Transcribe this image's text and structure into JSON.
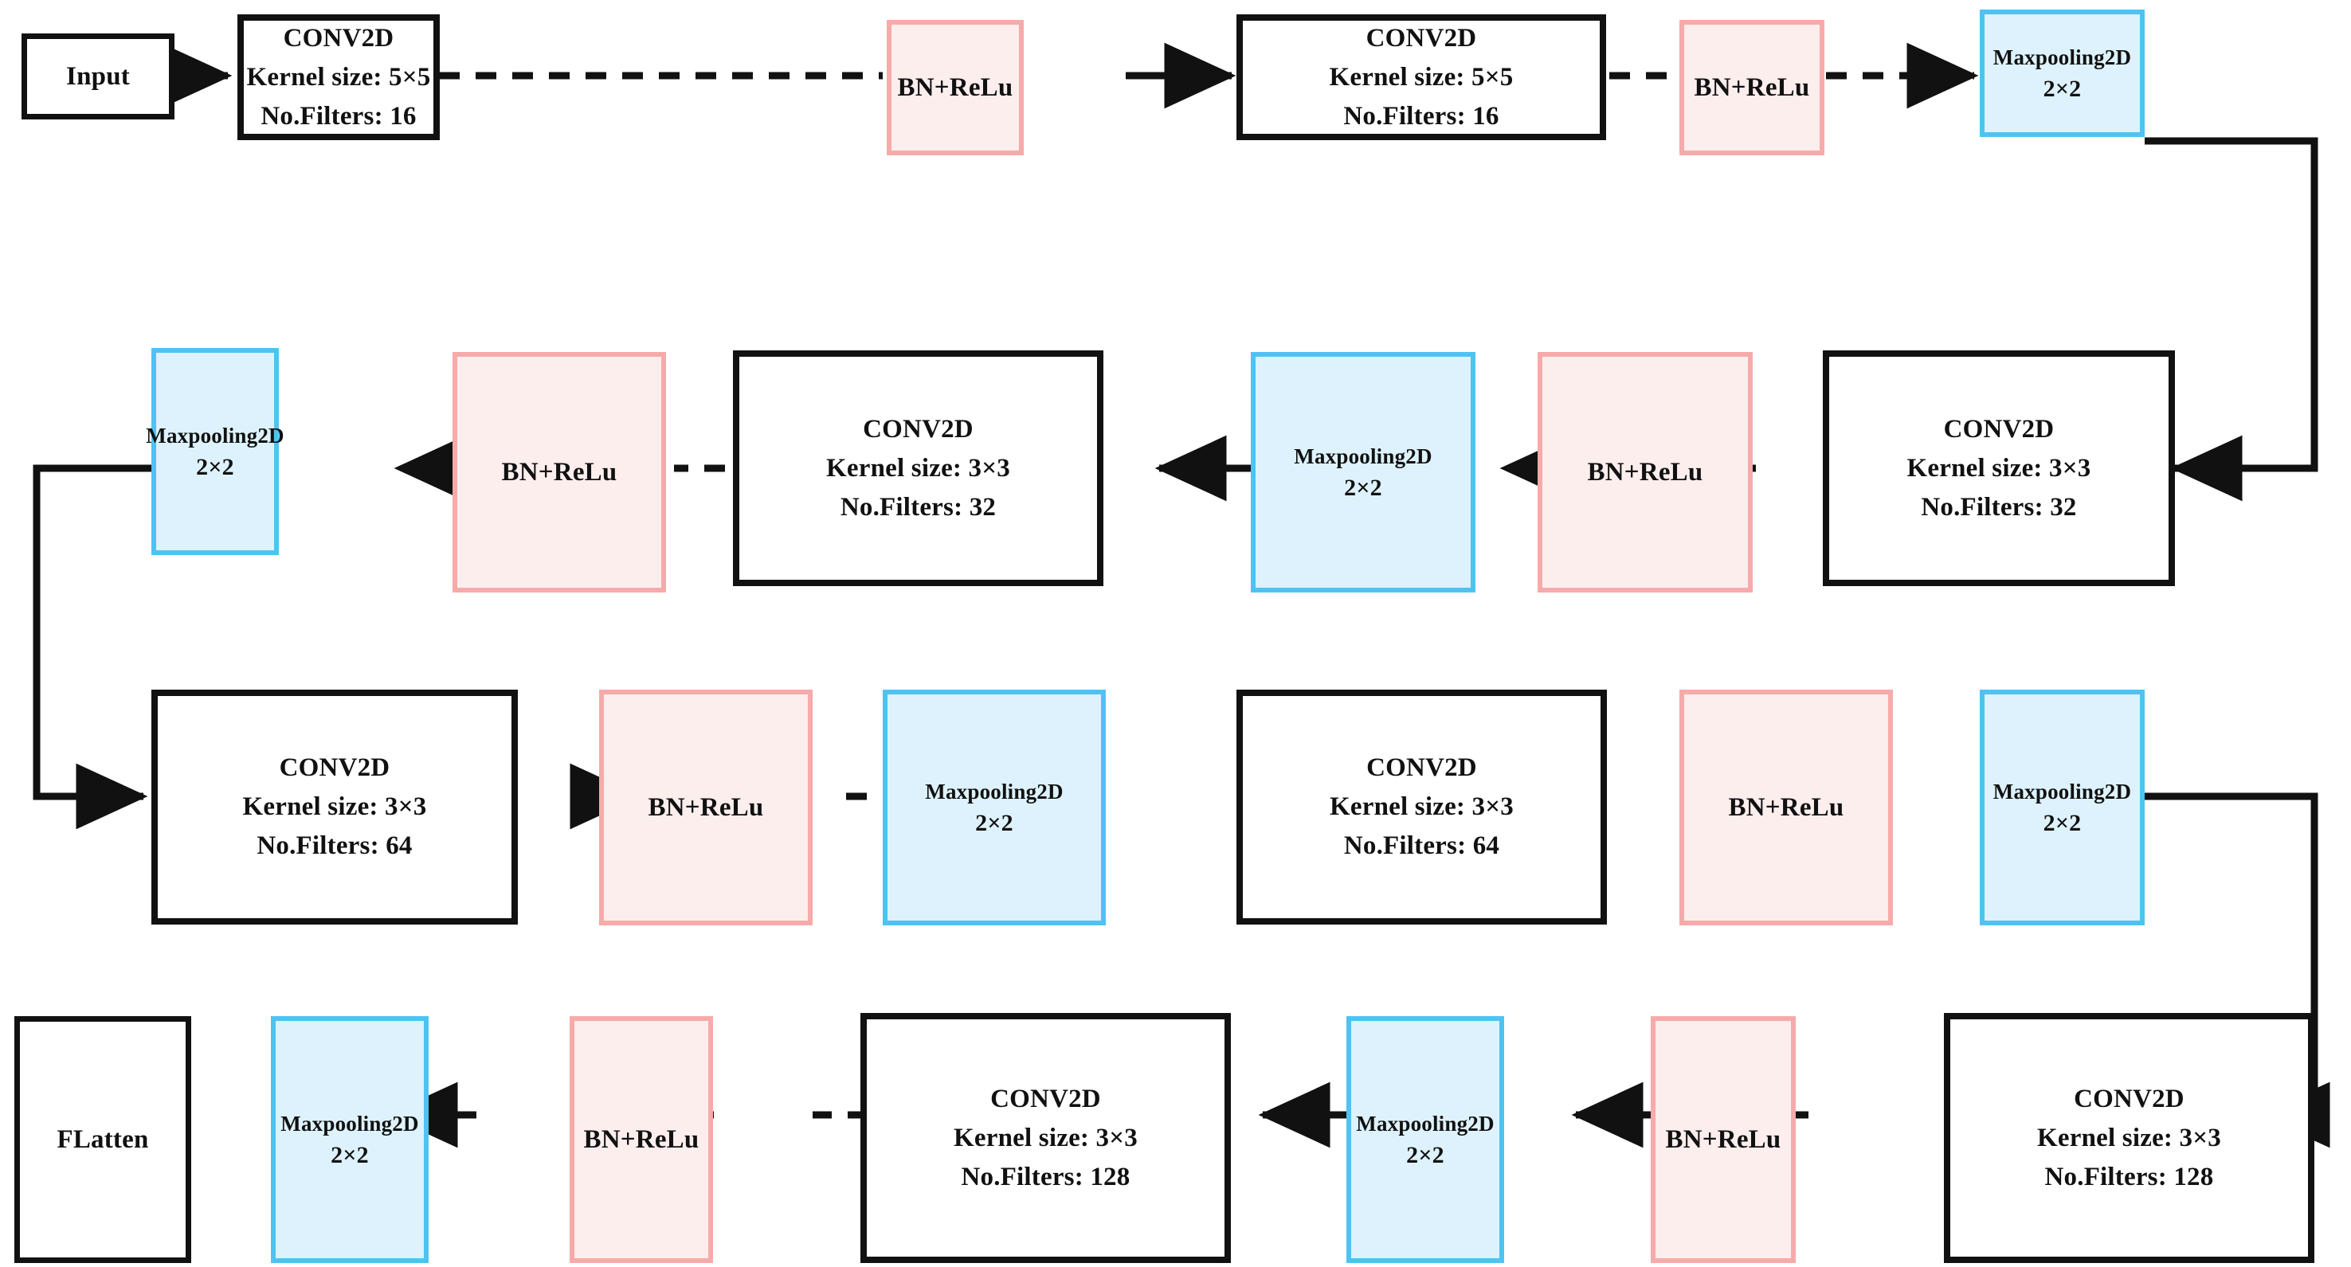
{
  "diagram": {
    "title": "CNN feature-extraction backbone",
    "background": "#ffffff",
    "colors": {
      "outline": "#111111",
      "bn_border": "#f7aaaa",
      "bn_fill": "#fdeeee",
      "pool_border": "#4ec3f2",
      "pool_fill": "#ddf2fc",
      "arrow": "#111111"
    },
    "labels": {
      "conv_name": "CONV2D",
      "pool_name": "Maxpooling2D",
      "bn_name": "BN+ReLu",
      "input_name": "Input",
      "flatten_name": "FLatten"
    },
    "nodes": [
      {
        "id": "input",
        "type": "plain",
        "row": 1,
        "lines": [
          "Input"
        ]
      },
      {
        "id": "conv1",
        "type": "conv",
        "row": 1,
        "lines": [
          "CONV2D",
          "Kernel size: 5×5",
          "No.Filters: 16"
        ]
      },
      {
        "id": "bn1",
        "type": "bn",
        "row": 1,
        "lines": [
          "BN+ReLu"
        ]
      },
      {
        "id": "conv2",
        "type": "conv",
        "row": 1,
        "lines": [
          "CONV2D",
          "Kernel size: 5×5",
          "No.Filters: 16"
        ]
      },
      {
        "id": "bn2",
        "type": "bn",
        "row": 1,
        "lines": [
          "BN+ReLu"
        ]
      },
      {
        "id": "pool1",
        "type": "pool",
        "row": 1,
        "lines": [
          "Maxpooling2D",
          "2×2"
        ]
      },
      {
        "id": "conv3",
        "type": "conv",
        "row": 2,
        "lines": [
          "CONV2D",
          "Kernel size: 3×3",
          "No.Filters: 32"
        ]
      },
      {
        "id": "bn3",
        "type": "bn",
        "row": 2,
        "lines": [
          "BN+ReLu"
        ]
      },
      {
        "id": "pool2",
        "type": "pool",
        "row": 2,
        "lines": [
          "Maxpooling2D",
          "2×2"
        ]
      },
      {
        "id": "conv4",
        "type": "conv",
        "row": 2,
        "lines": [
          "CONV2D",
          "Kernel size: 3×3",
          "No.Filters: 32"
        ]
      },
      {
        "id": "bn4",
        "type": "bn",
        "row": 2,
        "lines": [
          "BN+ReLu"
        ]
      },
      {
        "id": "pool3",
        "type": "pool",
        "row": 2,
        "lines": [
          "Maxpooling2D",
          "2×2"
        ]
      },
      {
        "id": "conv5",
        "type": "conv",
        "row": 3,
        "lines": [
          "CONV2D",
          "Kernel size: 3×3",
          "No.Filters: 64"
        ]
      },
      {
        "id": "bn5",
        "type": "bn",
        "row": 3,
        "lines": [
          "BN+ReLu"
        ]
      },
      {
        "id": "pool4",
        "type": "pool",
        "row": 3,
        "lines": [
          "Maxpooling2D",
          "2×2"
        ]
      },
      {
        "id": "conv6",
        "type": "conv",
        "row": 3,
        "lines": [
          "CONV2D",
          "Kernel size: 3×3",
          "No.Filters: 64"
        ]
      },
      {
        "id": "bn6",
        "type": "bn",
        "row": 3,
        "lines": [
          "BN+ReLu"
        ]
      },
      {
        "id": "pool5",
        "type": "pool",
        "row": 3,
        "lines": [
          "Maxpooling2D",
          "2×2"
        ]
      },
      {
        "id": "conv7",
        "type": "conv",
        "row": 4,
        "lines": [
          "CONV2D",
          "Kernel size: 3×3",
          "No.Filters: 128"
        ]
      },
      {
        "id": "bn7",
        "type": "bn",
        "row": 4,
        "lines": [
          "BN+ReLu"
        ]
      },
      {
        "id": "pool6",
        "type": "pool",
        "row": 4,
        "lines": [
          "Maxpooling2D",
          "2×2"
        ]
      },
      {
        "id": "conv8",
        "type": "conv",
        "row": 4,
        "lines": [
          "CONV2D",
          "Kernel size: 3×3",
          "No.Filters: 128"
        ]
      },
      {
        "id": "bn8",
        "type": "bn",
        "row": 4,
        "lines": [
          "BN+ReLu"
        ]
      },
      {
        "id": "pool7",
        "type": "pool",
        "row": 4,
        "lines": [
          "Maxpooling2D",
          "2×2"
        ]
      },
      {
        "id": "flatten",
        "type": "plain",
        "row": 4,
        "lines": [
          "FLatten"
        ]
      }
    ],
    "flow": [
      "Input",
      "CONV2D 5×5 / 16",
      "BN+ReLu",
      "CONV2D 5×5 / 16",
      "BN+ReLu",
      "Maxpooling2D 2×2",
      "CONV2D 3×3 / 32",
      "BN+ReLu",
      "Maxpooling2D 2×2",
      "CONV2D 3×3 / 32",
      "BN+ReLu",
      "Maxpooling2D 2×2",
      "CONV2D 3×3 / 64",
      "BN+ReLu",
      "Maxpooling2D 2×2",
      "CONV2D 3×3 / 64",
      "BN+ReLu",
      "Maxpooling2D 2×2",
      "CONV2D 3×3 / 128",
      "BN+ReLu",
      "Maxpooling2D 2×2",
      "CONV2D 3×3 / 128",
      "BN+ReLu",
      "Maxpooling2D 2×2",
      "FLatten"
    ]
  }
}
